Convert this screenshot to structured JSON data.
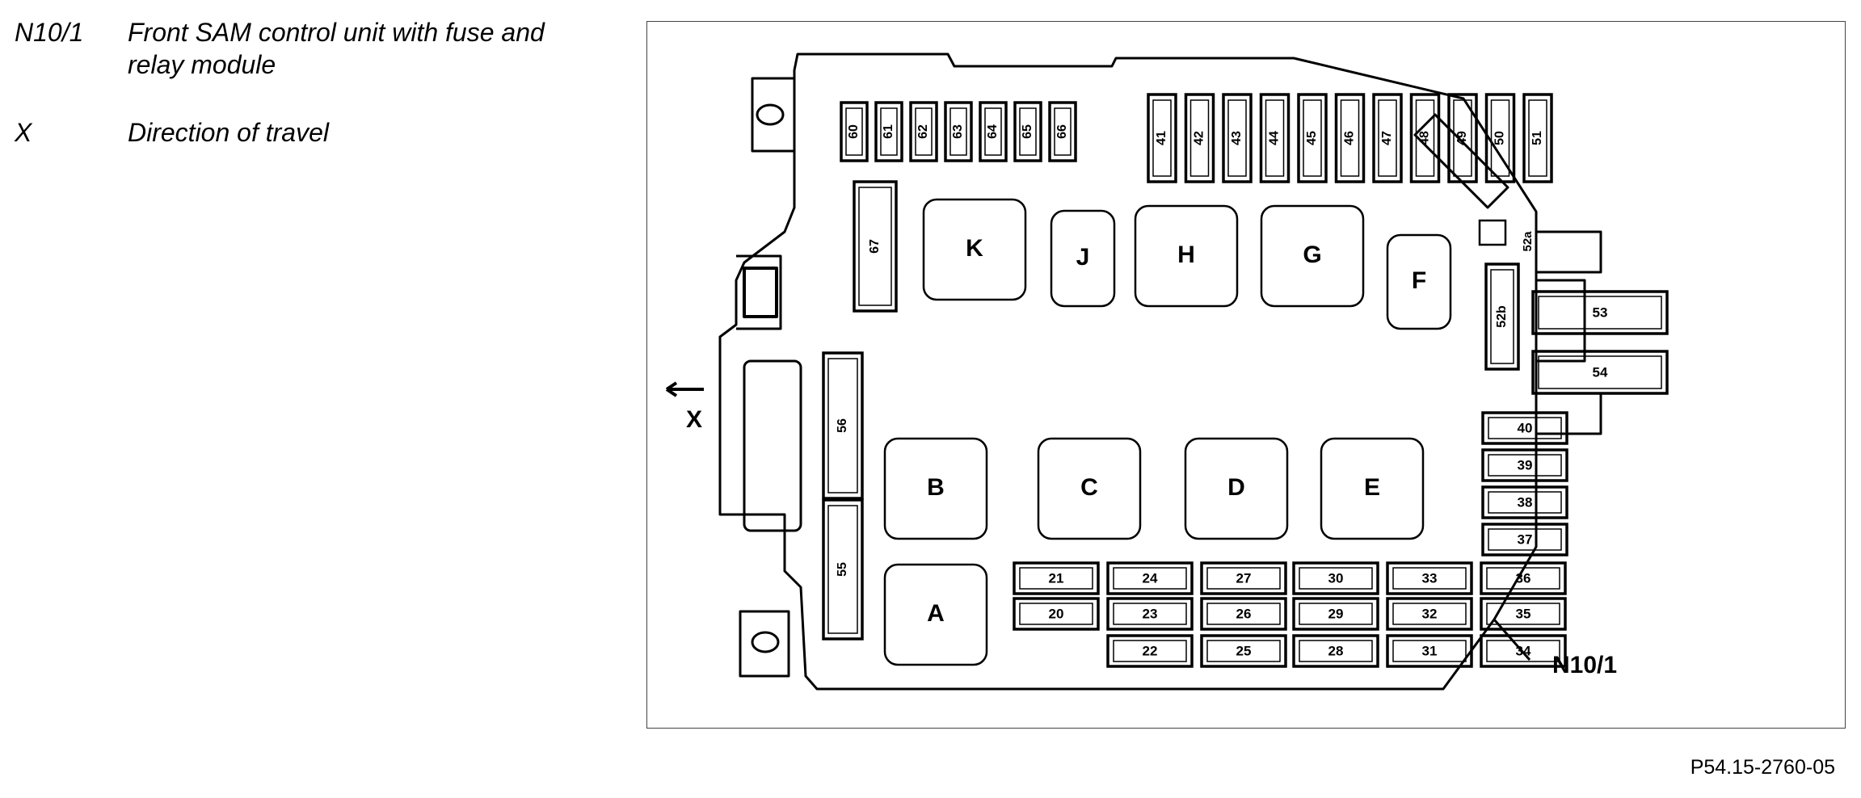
{
  "legend": {
    "items": [
      {
        "code": "N10/1",
        "text": "Front SAM control unit with fuse and relay module"
      },
      {
        "code": "X",
        "text": "Direction of travel"
      }
    ]
  },
  "diagram": {
    "unit_callout": "N10/1",
    "direction_label": "X",
    "relays": [
      "K",
      "J",
      "H",
      "G",
      "F",
      "B",
      "C",
      "D",
      "E",
      "A"
    ],
    "top_fuses_left": [
      "60",
      "61",
      "62",
      "63",
      "64",
      "65",
      "66"
    ],
    "top_fuses_right": [
      "41",
      "42",
      "43",
      "44",
      "45",
      "46",
      "47",
      "48",
      "49",
      "50",
      "51"
    ],
    "vertical_fuses": [
      "67",
      "56",
      "55",
      "52b"
    ],
    "small_fuse": "52a",
    "large_fuses": [
      "53",
      "54"
    ],
    "right_column_fuses": [
      "40",
      "39",
      "38",
      "37"
    ],
    "bottom_grid": [
      [
        "21",
        "24",
        "27",
        "30",
        "33",
        "36"
      ],
      [
        "20",
        "23",
        "26",
        "29",
        "32",
        "35"
      ],
      [
        "",
        "22",
        "25",
        "28",
        "31",
        "34"
      ]
    ]
  },
  "reference_code": "P54.15-2760-05"
}
